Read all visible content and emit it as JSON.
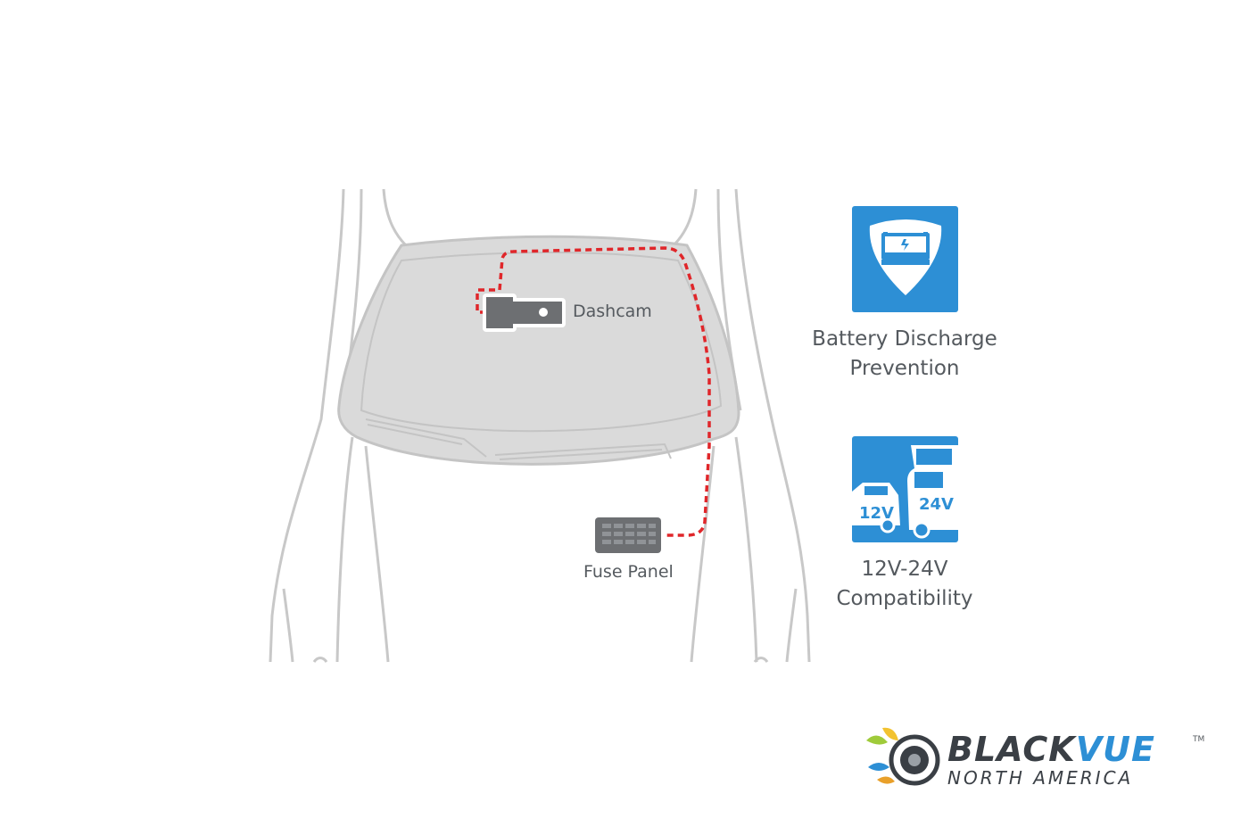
{
  "diagram": {
    "dashcam_label": "Dashcam",
    "fuse_panel_label": "Fuse Panel"
  },
  "features": [
    {
      "icon": "battery-shield-icon",
      "line1": "Battery Discharge",
      "line2": "Prevention"
    },
    {
      "icon": "car-truck-voltage-icon",
      "line1": "12V-24V",
      "line2": "Compatibility",
      "car_voltage": "12V",
      "truck_voltage": "24V"
    }
  ],
  "logo": {
    "brand_black": "BLACK",
    "brand_blue": "VUE",
    "trademark": "TM",
    "sub": "NORTH AMERICA"
  },
  "colors": {
    "accent_blue": "#2d8fd5",
    "wire_red": "#e0262a",
    "car_outline": "#c8c8c8",
    "windshield_fill": "#dadada",
    "text_gray": "#555a5f"
  }
}
